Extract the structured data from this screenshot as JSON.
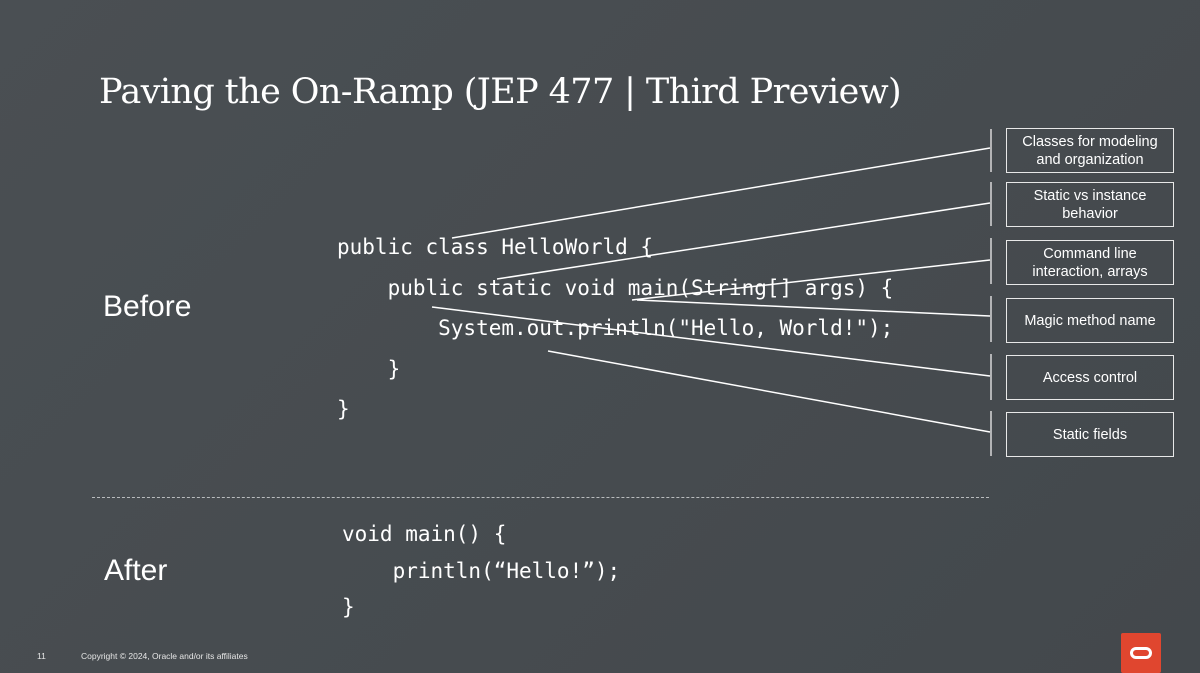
{
  "slide": {
    "title": "Paving the On-Ramp (JEP 477 | Third Preview)",
    "before_label": "Before",
    "after_label": "After",
    "page_number": "11",
    "copyright": "Copyright © 2024, Oracle and/or its affiliates",
    "accent_color": "#e0462f"
  },
  "code_before": [
    "public class HelloWorld {",
    "    public static void main(String[] args) {",
    "        System.out.println(\"Hello, World!\");",
    "    }",
    "}"
  ],
  "code_after": [
    "void main() {",
    "    println(“Hello!”);",
    "}"
  ],
  "callouts": [
    {
      "text": "Classes for modeling and organization"
    },
    {
      "text": "Static vs instance behavior"
    },
    {
      "text": "Command line interaction, arrays"
    },
    {
      "text": "Magic method name"
    },
    {
      "text": "Access control"
    },
    {
      "text": "Static fields"
    }
  ],
  "icons": {
    "logo": "oracle-logo-icon"
  }
}
